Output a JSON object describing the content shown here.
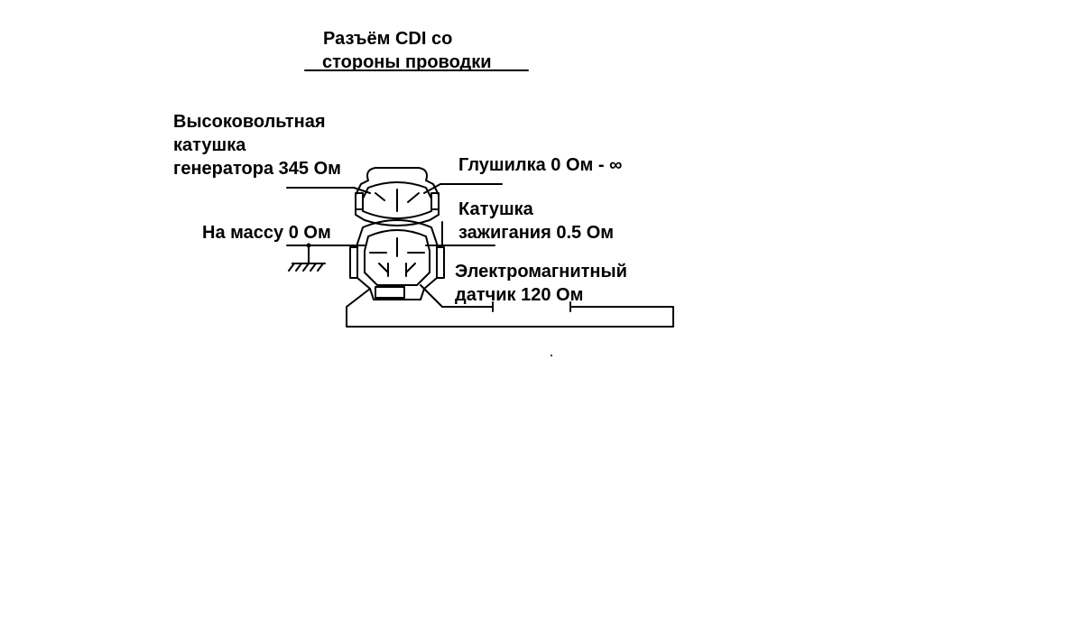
{
  "title": {
    "line1": "Разъём CDI со",
    "line2": "стороны проводки"
  },
  "labels": {
    "hv_coil_line1": "Высоковольтная",
    "hv_coil_line2": "катушка",
    "hv_coil_line3": "генератора 345 Ом",
    "kill_switch": "Глушилка 0 Ом - ∞",
    "ground": "На массу 0 Ом",
    "ignition_coil_line1": "Катушка",
    "ignition_coil_line2": "зажигания 0.5 Ом",
    "pickup_line1": "Электромагнитный",
    "pickup_line2": "датчик 120 Ом"
  },
  "colors": {
    "ink": "#000000",
    "background": "#ffffff"
  }
}
